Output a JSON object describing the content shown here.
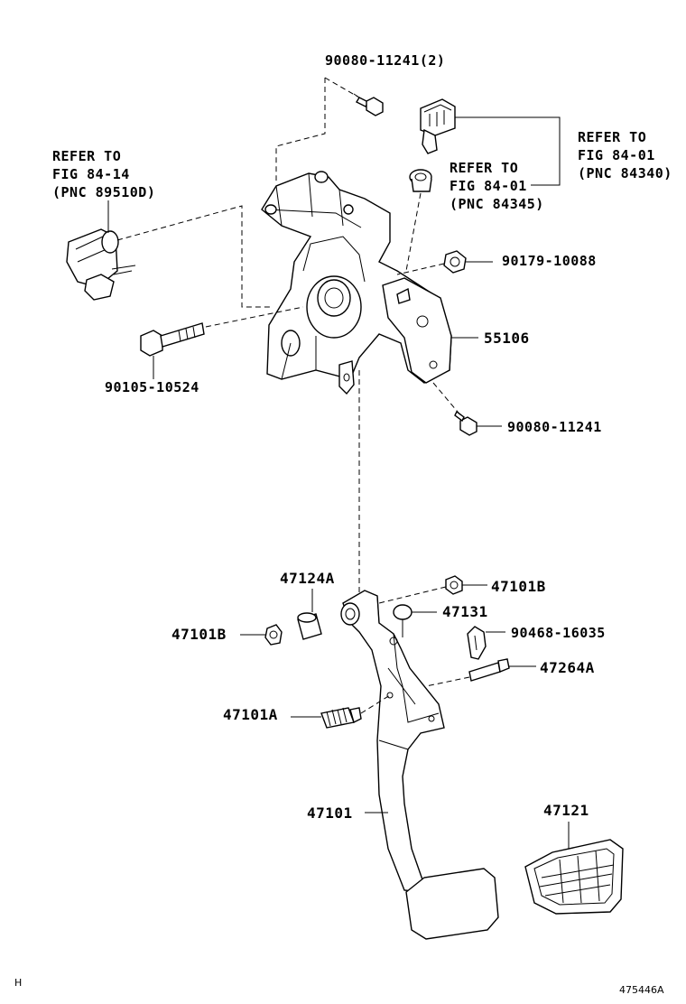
{
  "labels": {
    "bolt_90080_top": "90080-11241(2)",
    "refer_right_line1": "REFER TO",
    "refer_right_line2": "FIG 84-01",
    "refer_right_line3": "(PNC 84340)",
    "refer_mid_line1": "REFER TO",
    "refer_mid_line2": "FIG 84-01",
    "refer_mid_line3": "(PNC 84345)",
    "refer_left_line1": "REFER TO",
    "refer_left_line2": "FIG 84-14",
    "refer_left_line3": "(PNC 89510D)",
    "nut_90179": "90179-10088",
    "bracket_55106": "55106",
    "bolt_90105": "90105-10524",
    "bolt_90080_bottom": "90080-11241",
    "collar_47124A": "47124A",
    "bushing_47101B_right": "47101B",
    "bushing_47101B_left": "47101B",
    "stopper_47131": "47131",
    "clip_90468": "90468-16035",
    "pin_47264A": "47264A",
    "spring_47101A": "47101A",
    "pedal_47101": "47101",
    "pad_47121": "47121",
    "corner_mark": "H",
    "figure_number": "475446A"
  }
}
